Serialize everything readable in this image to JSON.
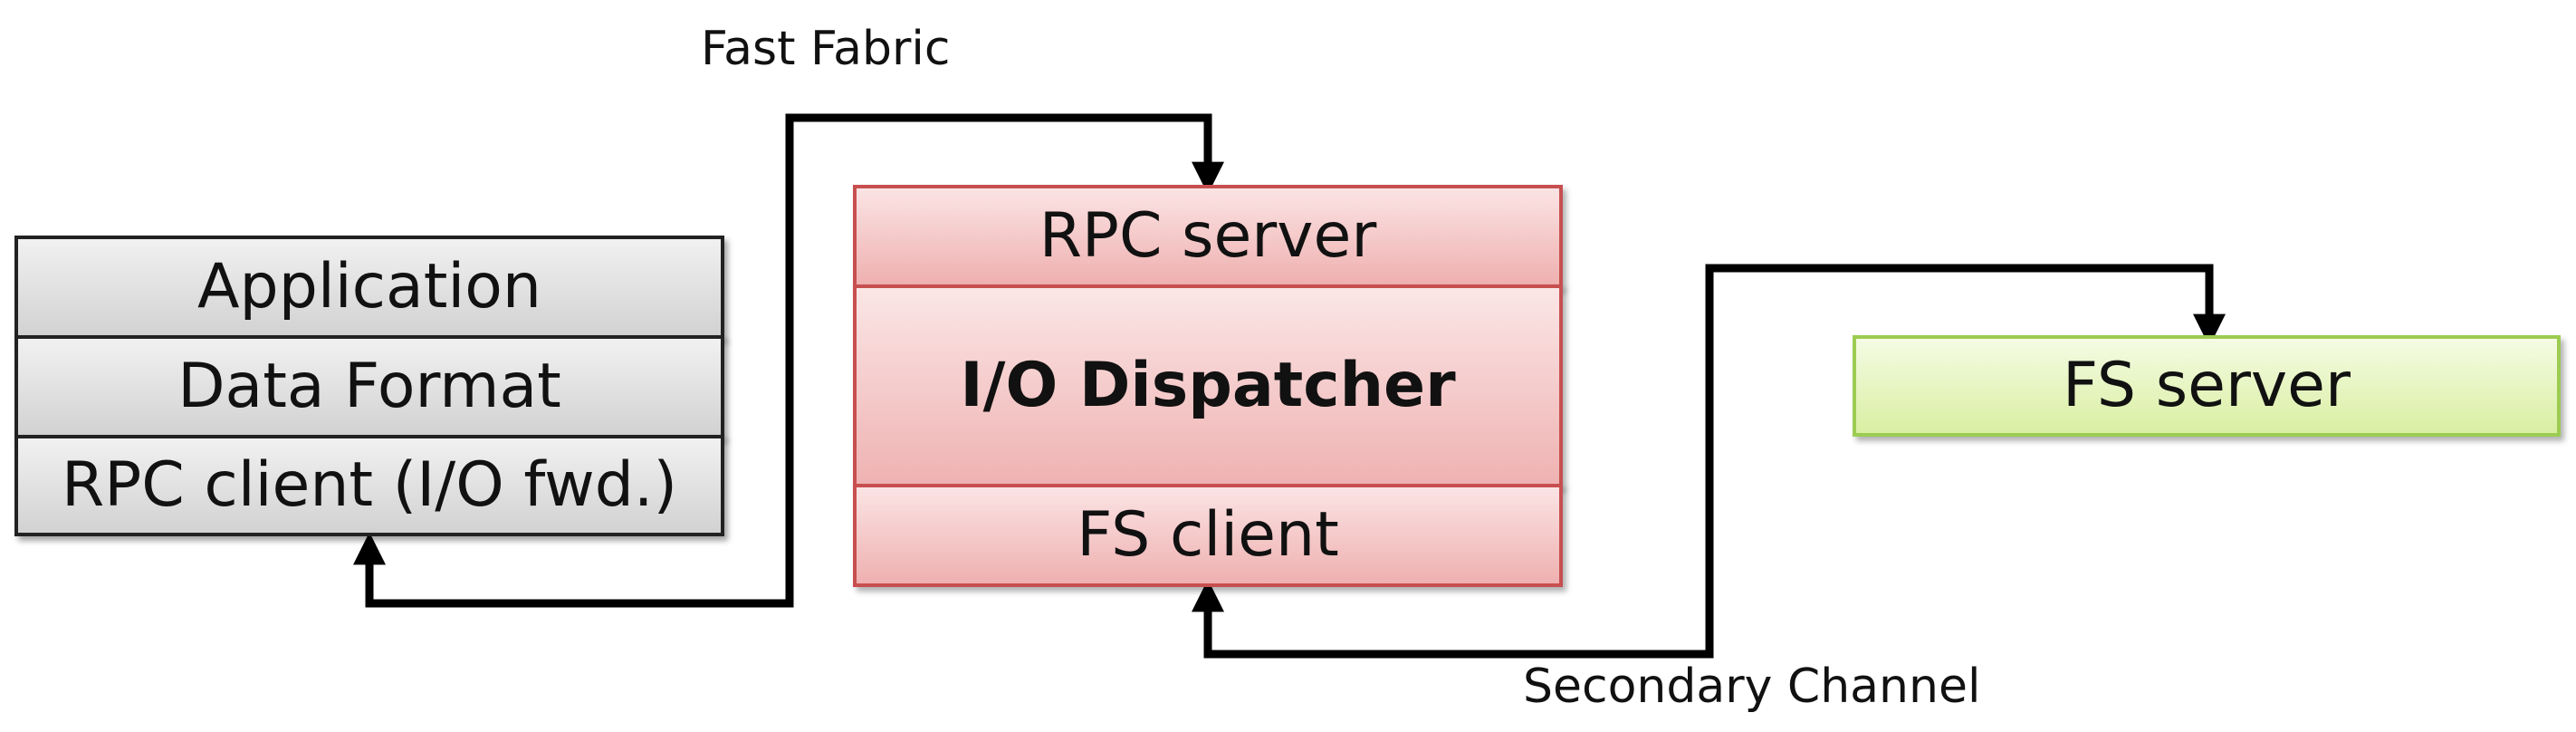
{
  "client_stack": {
    "layers": [
      "Application",
      "Data Format",
      "RPC client (I/O fwd.)"
    ]
  },
  "dispatcher_stack": {
    "top": "RPC server",
    "core": "I/O Dispatcher",
    "bottom": "FS client"
  },
  "server": {
    "label": "FS server"
  },
  "connections": {
    "fast_fabric": "Fast Fabric",
    "secondary_channel": "Secondary Channel"
  },
  "colors": {
    "wire": "#000000",
    "client_fill": "#dcdcdc",
    "dispatcher_fill": "#f3c4c4",
    "dispatcher_border": "#c84f4f",
    "server_fill": "#e6f5bc",
    "server_border": "#9ccc52"
  }
}
